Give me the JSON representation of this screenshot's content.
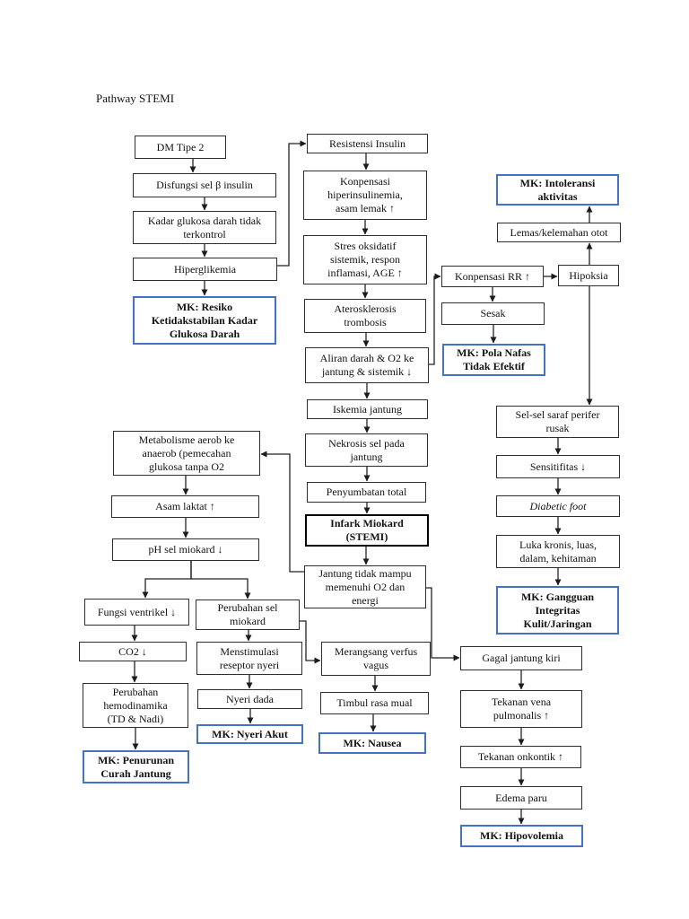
{
  "page": {
    "title": "Pathway STEMI"
  },
  "colors": {
    "background": "#ffffff",
    "box_border": "#2e2e2e",
    "mk_border": "#4472c4",
    "emphasis_border": "#000000",
    "connector": "#222222",
    "text": "#111111"
  },
  "diagram": {
    "nodes": [
      {
        "id": "dm",
        "kind": "normal",
        "label": "DM Tipe 2"
      },
      {
        "id": "disfungsi",
        "kind": "normal",
        "label": "Disfungsi sel β insulin"
      },
      {
        "id": "kadar",
        "kind": "normal",
        "label": "Kadar glukosa darah tidak\nterkontrol"
      },
      {
        "id": "hiper",
        "kind": "normal",
        "label": "Hiperglikemia"
      },
      {
        "id": "mk_resiko",
        "kind": "mk",
        "label": "MK: Resiko\nKetidakstabilan Kadar\nGlukosa Darah"
      },
      {
        "id": "resistensi",
        "kind": "normal",
        "label": "Resistensi Insulin"
      },
      {
        "id": "konp_hiper",
        "kind": "normal",
        "label": "Konpensasi\nhiperinsulinemia,\nasam lemak ↑"
      },
      {
        "id": "stres",
        "kind": "normal",
        "label": "Stres oksidatif\nsistemik, respon\ninflamasi, AGE ↑"
      },
      {
        "id": "atero",
        "kind": "normal",
        "label": "Aterosklerosis\ntrombosis"
      },
      {
        "id": "aliran",
        "kind": "normal",
        "label": "Aliran darah & O2 ke\njantung & sistemik ↓"
      },
      {
        "id": "iskemia",
        "kind": "normal",
        "label": "Iskemia jantung"
      },
      {
        "id": "nekrosis",
        "kind": "normal",
        "label": "Nekrosis sel pada\njantung"
      },
      {
        "id": "penyumbatan",
        "kind": "normal",
        "label": "Penyumbatan total"
      },
      {
        "id": "infark",
        "kind": "emphasis",
        "label": "Infark Miokard\n(STEMI)"
      },
      {
        "id": "jantung",
        "kind": "normal",
        "label": "Jantung tidak mampu\nmemenuhi O2 dan\nenergi"
      },
      {
        "id": "mk_intoleransi",
        "kind": "mk",
        "label": "MK: Intoleransi\naktivitas"
      },
      {
        "id": "lemas",
        "kind": "normal",
        "label": "Lemas/kelemahan otot"
      },
      {
        "id": "konp_rr",
        "kind": "normal",
        "label": "Konpensasi RR ↑"
      },
      {
        "id": "hipoksia",
        "kind": "normal",
        "label": "Hipoksia"
      },
      {
        "id": "sesak",
        "kind": "normal",
        "label": "Sesak"
      },
      {
        "id": "mk_pola",
        "kind": "mk",
        "label": "MK: Pola Nafas\nTidak Efektif"
      },
      {
        "id": "selsel",
        "kind": "normal",
        "label": "Sel-sel saraf perifer\nrusak"
      },
      {
        "id": "sensitifitas",
        "kind": "normal",
        "label": "Sensitifitas ↓"
      },
      {
        "id": "diabetic",
        "kind": "italic",
        "label": "Diabetic foot"
      },
      {
        "id": "luka",
        "kind": "normal",
        "label": "Luka kronis, luas,\ndalam, kehitaman"
      },
      {
        "id": "mk_gangguan",
        "kind": "mk",
        "label": "MK: Gangguan\nIntegritas\nKulit/Jaringan"
      },
      {
        "id": "metabolisme",
        "kind": "normal",
        "label": "Metabolisme aerob ke\nanaerob (pemecahan\nglukosa tanpa O2"
      },
      {
        "id": "asam",
        "kind": "normal",
        "label": "Asam laktat ↑"
      },
      {
        "id": "ph",
        "kind": "normal",
        "label": "pH sel miokard ↓"
      },
      {
        "id": "fungsi",
        "kind": "normal",
        "label": "Fungsi ventrikel ↓"
      },
      {
        "id": "perubahan_sel",
        "kind": "normal",
        "label": "Perubahan sel\nmiokard"
      },
      {
        "id": "co2",
        "kind": "normal",
        "label": "CO2 ↓"
      },
      {
        "id": "menstimulasi",
        "kind": "normal",
        "label": "Menstimulasi\nreseptor nyeri"
      },
      {
        "id": "per_hemo",
        "kind": "normal",
        "label": "Perubahan\nhemodinamika\n(TD & Nadi)"
      },
      {
        "id": "nyeri_dada",
        "kind": "normal",
        "label": "Nyeri dada"
      },
      {
        "id": "mk_nyeri",
        "kind": "mk",
        "label": "MK: Nyeri Akut"
      },
      {
        "id": "mk_penurunan",
        "kind": "mk",
        "label": "MK: Penurunan\nCurah Jantung"
      },
      {
        "id": "merangsang",
        "kind": "normal",
        "label": "Merangsang verfus\nvagus"
      },
      {
        "id": "timbul",
        "kind": "normal",
        "label": "Timbul rasa mual"
      },
      {
        "id": "mk_nausea",
        "kind": "mk",
        "label": "MK: Nausea"
      },
      {
        "id": "gagal",
        "kind": "normal",
        "label": "Gagal jantung kiri"
      },
      {
        "id": "tek_vena",
        "kind": "normal",
        "label": "Tekanan vena\npulmonalis ↑"
      },
      {
        "id": "tek_onk",
        "kind": "normal",
        "label": "Tekanan onkontik ↑"
      },
      {
        "id": "edema",
        "kind": "normal",
        "label": "Edema paru"
      },
      {
        "id": "mk_hipo",
        "kind": "mk",
        "label": "MK: Hipovolemia"
      }
    ],
    "edges": [
      {
        "from": "dm",
        "to": "disfungsi"
      },
      {
        "from": "disfungsi",
        "to": "kadar"
      },
      {
        "from": "kadar",
        "to": "hiper"
      },
      {
        "from": "hiper",
        "to": "mk_resiko"
      },
      {
        "from": "hiper",
        "to": "resistensi"
      },
      {
        "from": "resistensi",
        "to": "konp_hiper"
      },
      {
        "from": "konp_hiper",
        "to": "stres"
      },
      {
        "from": "stres",
        "to": "atero"
      },
      {
        "from": "atero",
        "to": "aliran"
      },
      {
        "from": "aliran",
        "to": "iskemia"
      },
      {
        "from": "aliran",
        "to": "konp_rr"
      },
      {
        "from": "iskemia",
        "to": "nekrosis"
      },
      {
        "from": "nekrosis",
        "to": "penyumbatan"
      },
      {
        "from": "penyumbatan",
        "to": "infark"
      },
      {
        "from": "infark",
        "to": "jantung"
      },
      {
        "from": "konp_rr",
        "to": "hipoksia"
      },
      {
        "from": "konp_rr",
        "to": "sesak"
      },
      {
        "from": "sesak",
        "to": "mk_pola"
      },
      {
        "from": "hipoksia",
        "to": "lemas"
      },
      {
        "from": "lemas",
        "to": "mk_intoleransi"
      },
      {
        "from": "hipoksia",
        "to": "selsel"
      },
      {
        "from": "selsel",
        "to": "sensitifitas"
      },
      {
        "from": "sensitifitas",
        "to": "diabetic"
      },
      {
        "from": "diabetic",
        "to": "luka"
      },
      {
        "from": "luka",
        "to": "mk_gangguan"
      },
      {
        "from": "jantung",
        "to": "metabolisme"
      },
      {
        "from": "metabolisme",
        "to": "asam"
      },
      {
        "from": "asam",
        "to": "ph"
      },
      {
        "from": "ph",
        "to": "fungsi"
      },
      {
        "from": "ph",
        "to": "perubahan_sel"
      },
      {
        "from": "fungsi",
        "to": "co2"
      },
      {
        "from": "co2",
        "to": "per_hemo"
      },
      {
        "from": "per_hemo",
        "to": "mk_penurunan"
      },
      {
        "from": "perubahan_sel",
        "to": "menstimulasi"
      },
      {
        "from": "menstimulasi",
        "to": "nyeri_dada"
      },
      {
        "from": "nyeri_dada",
        "to": "mk_nyeri"
      },
      {
        "from": "perubahan_sel",
        "to": "merangsang"
      },
      {
        "from": "merangsang",
        "to": "timbul"
      },
      {
        "from": "timbul",
        "to": "mk_nausea"
      },
      {
        "from": "jantung",
        "to": "gagal"
      },
      {
        "from": "gagal",
        "to": "tek_vena"
      },
      {
        "from": "tek_vena",
        "to": "tek_onk"
      },
      {
        "from": "tek_onk",
        "to": "edema"
      },
      {
        "from": "edema",
        "to": "mk_hipo"
      }
    ]
  }
}
